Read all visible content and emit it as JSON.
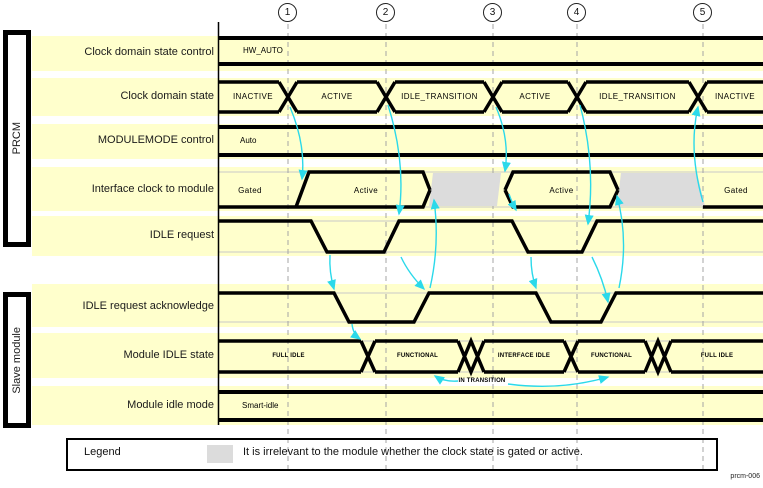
{
  "figure": {
    "code": "prcm-006"
  },
  "markers": [
    "1",
    "2",
    "3",
    "4",
    "5"
  ],
  "groups": {
    "prcm": "PRCM",
    "slave": "Slave module"
  },
  "rows": {
    "cdsc": {
      "label": "Clock domain state control",
      "value": "HW_AUTO"
    },
    "cds": {
      "label": "Clock domain state",
      "segments": [
        "INACTIVE",
        "ACTIVE",
        "IDLE_TRANSITION",
        "ACTIVE",
        "IDLE_TRANSITION",
        "INACTIVE"
      ]
    },
    "mmc": {
      "label": "MODULEMODE control",
      "value": "Auto"
    },
    "ifclk": {
      "label": "Interface clock to module",
      "segments": [
        "Gated",
        "Active",
        "Active",
        "Gated"
      ]
    },
    "idlereq": {
      "label": "IDLE request"
    },
    "idleack": {
      "label": "IDLE request acknowledge"
    },
    "mis": {
      "label": "Module IDLE state",
      "segments": [
        "FULL IDLE",
        "FUNCTIONAL",
        "INTERFACE IDLE",
        "FUNCTIONAL",
        "FULL IDLE"
      ],
      "annotation": "IN TRANSITION"
    },
    "mim": {
      "label": "Module idle mode",
      "value": "Smart-idle"
    }
  },
  "legend": {
    "title": "Legend",
    "text": "It is irrelevant to the module whether the clock state is gated or active."
  },
  "colors": {
    "band": "#FFFFCC",
    "irrelevant": "#DCDCDC",
    "arrow": "#2BD9EA"
  }
}
